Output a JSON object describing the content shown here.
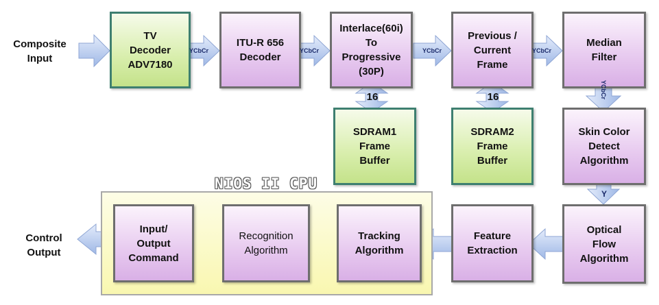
{
  "input_label": "Composite\nInput",
  "output_label": "Control\nOutput",
  "nios_title": "NIOS II CPU",
  "blocks": {
    "tv_decoder": "TV\nDecoder\nADV7180",
    "itu_decoder": "ITU-R 656\nDecoder",
    "interlace": "Interlace(60i)\nTo\nProgressive\n(30P)",
    "prev_frame": "Previous /\nCurrent\nFrame",
    "median": "Median\nFilter",
    "sdram1": "SDRAM1\nFrame\nBuffer",
    "sdram2": "SDRAM2\nFrame\nBuffer",
    "skin": "Skin Color\nDetect\nAlgorithm",
    "optical": "Optical\nFlow\nAlgorithm",
    "feature": "Feature\nExtraction",
    "tracking": "Tracking\nAlgorithm",
    "recognition": "Recognition\nAlgorithm",
    "io_command": "Input/\nOutput\nCommand"
  },
  "signals": {
    "ycbcr_1": "YCbCr",
    "ycbcr_2": "YCbCr",
    "ycbcr_3": "YCbCr",
    "ycbcr_4": "YCbCr",
    "ycbcr_vertical": "YCbCr",
    "y": "Y",
    "bus_1": "16",
    "bus_2": "16"
  },
  "colors": {
    "purple_block": "#e7c9ef",
    "green_block": "#d8eeac",
    "arrow": "#b9cdf0",
    "nios_panel": "#f9f7b0"
  }
}
